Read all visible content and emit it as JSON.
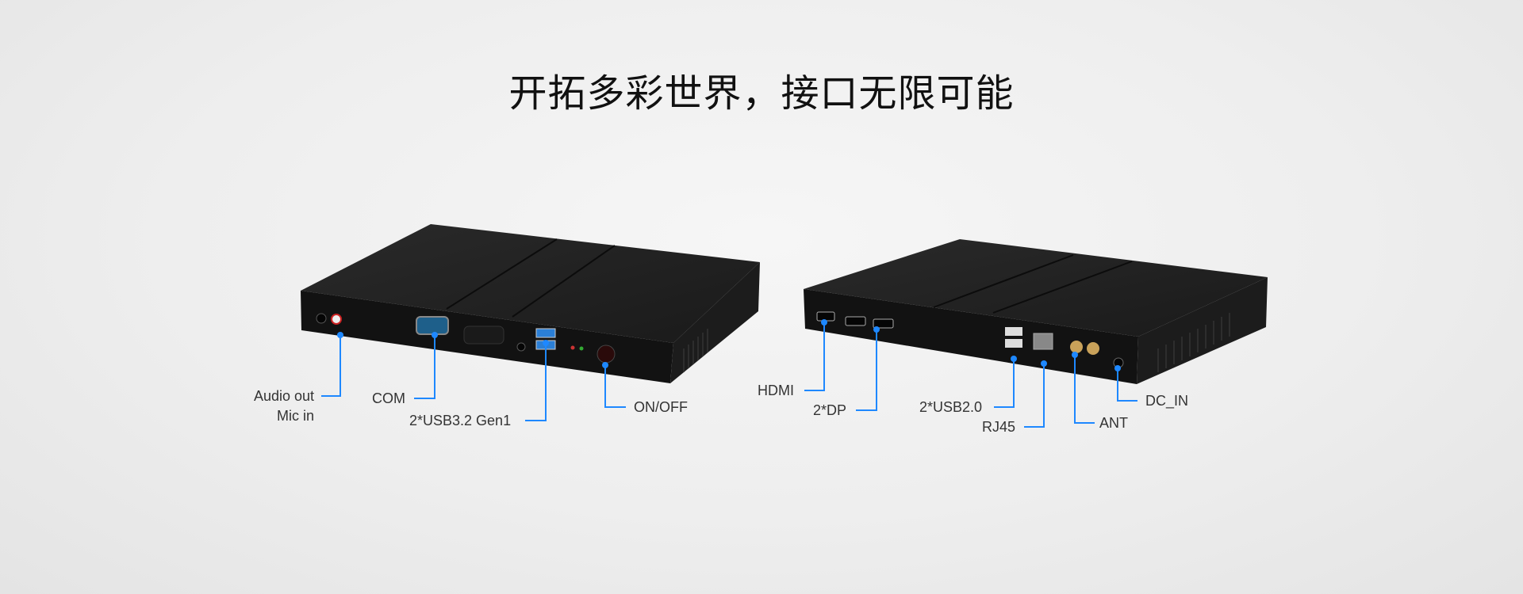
{
  "title": "开拓多彩世界，接口无限可能",
  "accent_color": "#1e88ff",
  "front_labels": {
    "audio_out": "Audio out",
    "mic_in": "Mic in",
    "com": "COM",
    "usb32": "2*USB3.2 Gen1",
    "power": "ON/OFF"
  },
  "rear_labels": {
    "hdmi": "HDMI",
    "dp": "2*DP",
    "usb20": "2*USB2.0",
    "rj45": "RJ45",
    "ant": "ANT",
    "dc_in": "DC_IN"
  }
}
